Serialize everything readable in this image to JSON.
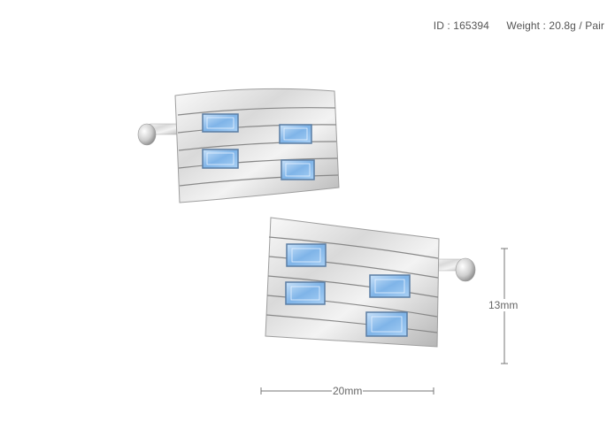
{
  "product": {
    "id_text": "ID : 165394",
    "weight_text": "Weight : 20.8g / Pair"
  },
  "dimensions": {
    "width_label": "20mm",
    "height_label": "13mm"
  },
  "colors": {
    "crystal": "#8fc0ee",
    "metal_light": "#f4f4f4",
    "metal_dark": "#9a9a9a"
  }
}
